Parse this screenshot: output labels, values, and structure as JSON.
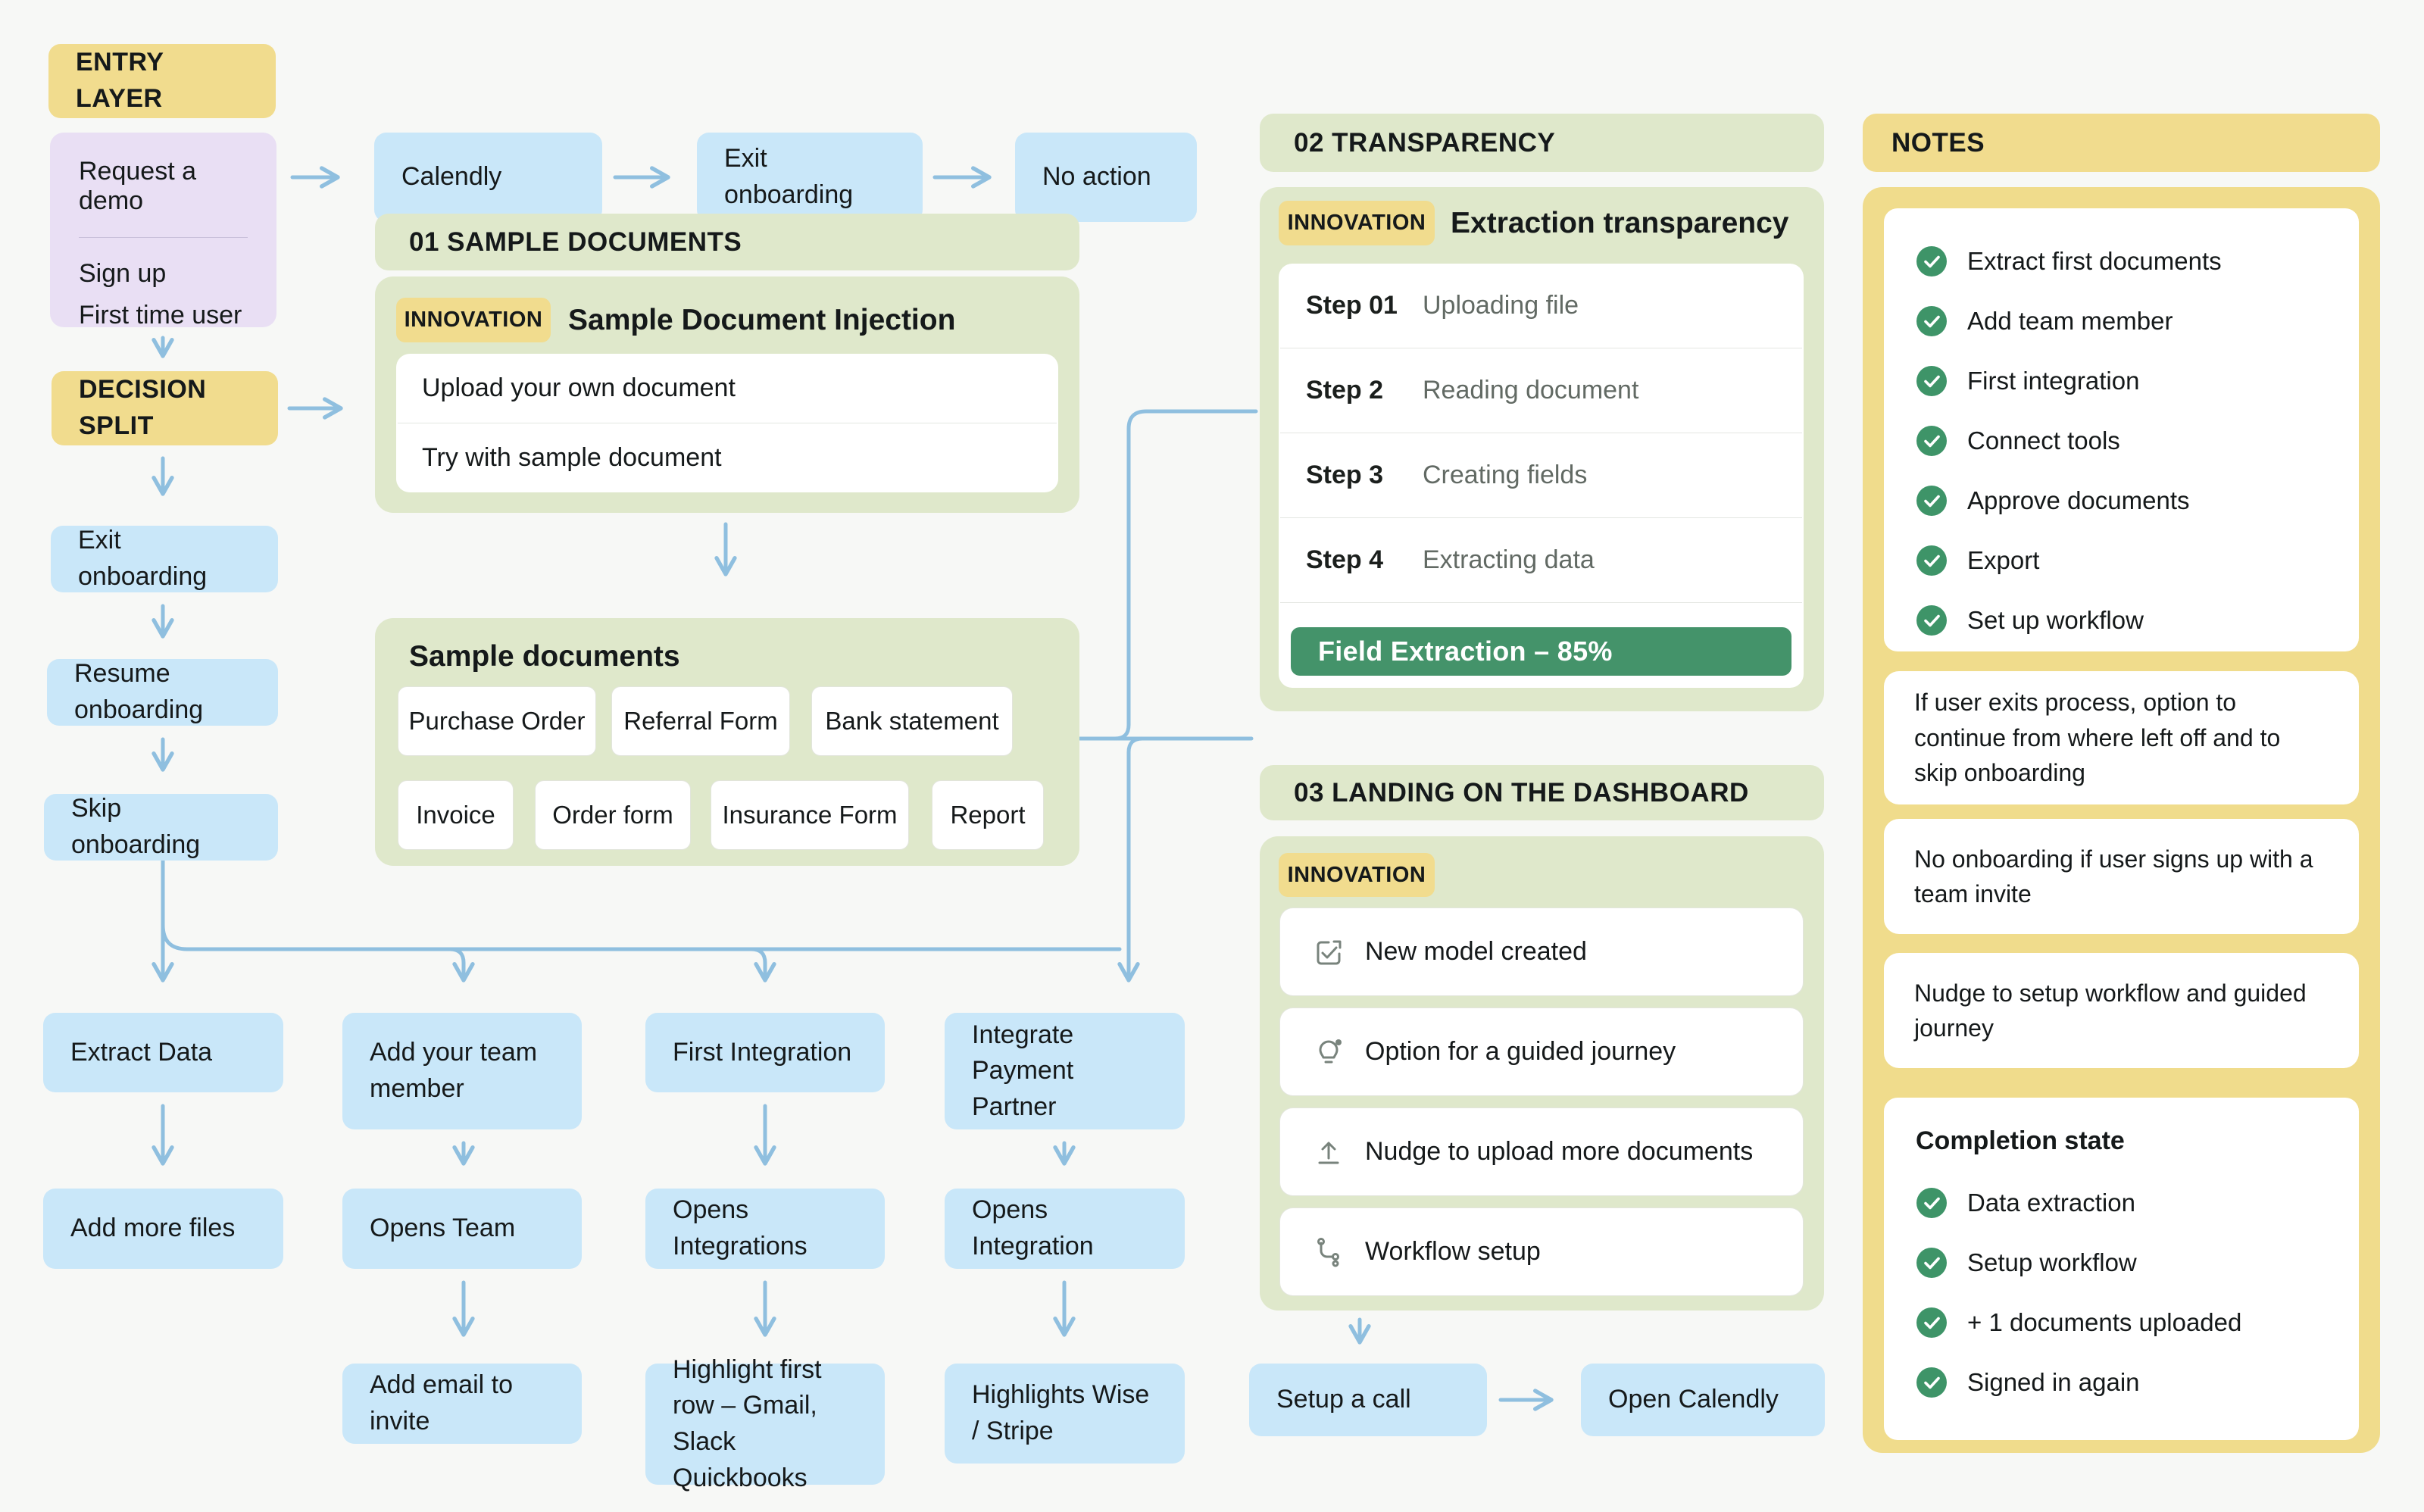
{
  "palette": {
    "background": "#F7F8F6",
    "yellow": "#F1DC8E",
    "purple": "#E9DFF4",
    "blue": "#C9E7F9",
    "green_section": "#DFE8CB",
    "green_progress": "#44936A",
    "arrow_blue": "#8FBFDF",
    "check_green": "#3E9468"
  },
  "entry": {
    "header": "ENTRY LAYER",
    "demo": "Request a demo",
    "signup": "Sign up",
    "first_time": "First time user"
  },
  "top_flow": {
    "calendly": "Calendly",
    "exit": "Exit onboarding",
    "no_action": "No action"
  },
  "left_flow": {
    "decision": "DECISION SPLIT",
    "exit": "Exit onboarding",
    "resume": "Resume onboarding",
    "skip": "Skip onboarding"
  },
  "section01": {
    "header": "01 SAMPLE DOCUMENTS",
    "badge": "INNOVATION",
    "title": "Sample Document Injection",
    "options": [
      "Upload your own document",
      "Try with sample document"
    ],
    "samples_title": "Sample documents",
    "samples_row1": [
      "Purchase Order",
      "Referral Form",
      "Bank statement"
    ],
    "samples_row2": [
      "Invoice",
      "Order form",
      "Insurance Form",
      "Report"
    ]
  },
  "flow_columns": [
    {
      "top": "Extract Data",
      "mid": "Add more files"
    },
    {
      "top": "Add your team member",
      "mid": "Opens Team",
      "bottom": "Add email to invite"
    },
    {
      "top": "First Integration",
      "mid": "Opens Integrations",
      "bottom": "Highlight first row – Gmail, Slack Quickbooks"
    },
    {
      "top": "Integrate Payment Partner",
      "mid": "Opens Integration",
      "bottom": "Highlights Wise / Stripe"
    }
  ],
  "section02": {
    "header": "02 TRANSPARENCY",
    "badge": "INNOVATION",
    "title": "Extraction transparency",
    "steps": [
      {
        "label": "Step 01",
        "text": "Uploading file"
      },
      {
        "label": "Step 2",
        "text": "Reading document"
      },
      {
        "label": "Step 3",
        "text": "Creating fields"
      },
      {
        "label": "Step 4",
        "text": "Extracting data"
      }
    ],
    "progress": "Field Extraction – 85%"
  },
  "section03": {
    "header": "03 LANDING ON THE DASHBOARD",
    "badge": "INNOVATION",
    "items": [
      {
        "icon": "new-model-icon",
        "text": "New model created"
      },
      {
        "icon": "guided-journey-icon",
        "text": "Option for a guided journey"
      },
      {
        "icon": "upload-icon",
        "text": "Nudge to upload more documents"
      },
      {
        "icon": "workflow-icon",
        "text": "Workflow setup"
      }
    ],
    "call": "Setup a call",
    "calendly": "Open Calendly"
  },
  "notes": {
    "header": "NOTES",
    "checklist": [
      "Extract first documents",
      "Add team member",
      "First integration",
      "Connect tools",
      "Approve documents",
      "Export",
      "Set up workflow"
    ],
    "cards": [
      "If user exits process, option to continue from where left off and to skip onboarding",
      "No onboarding if user signs up with a team invite",
      "Nudge to setup workflow and guided journey"
    ],
    "completion": {
      "title": "Completion state",
      "items": [
        "Data extraction",
        "Setup workflow",
        "+ 1 documents uploaded",
        "Signed in again"
      ]
    }
  }
}
